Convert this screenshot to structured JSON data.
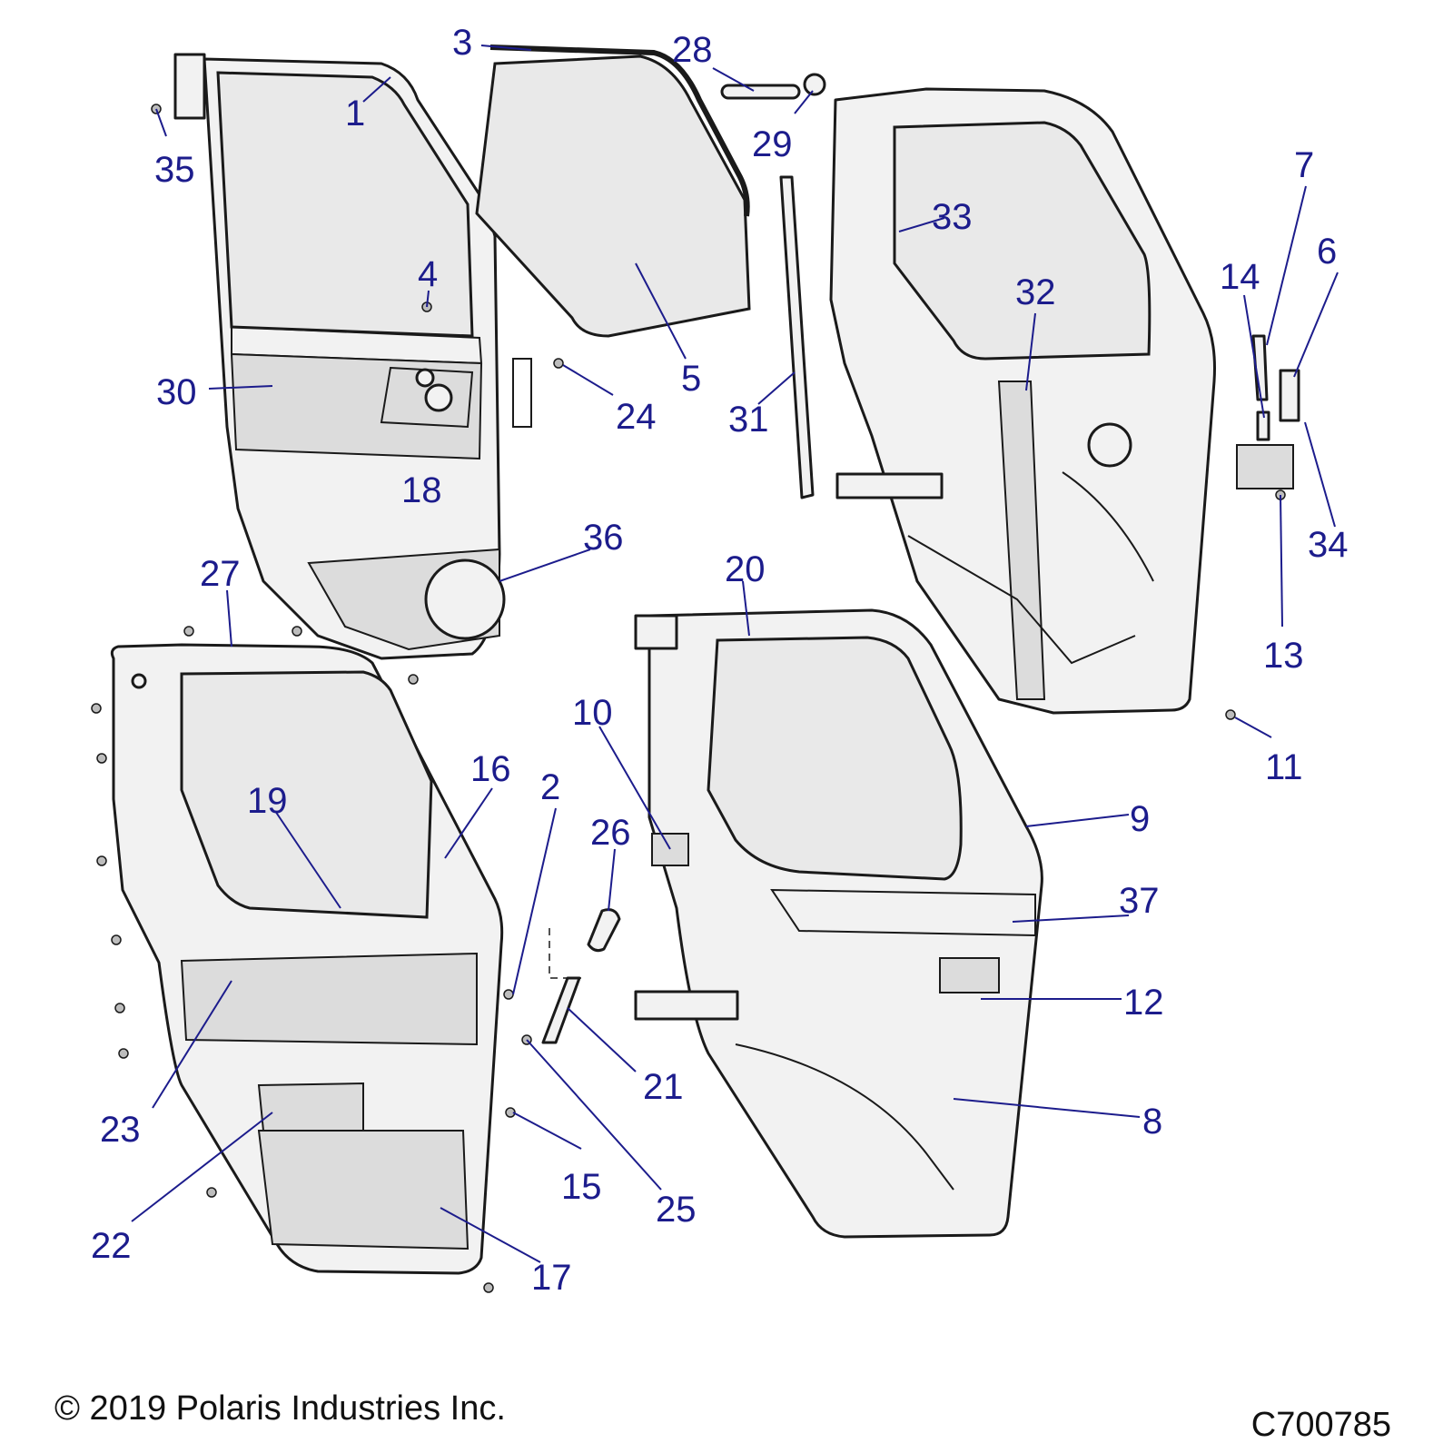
{
  "footer": {
    "copyright": "© 2019 Polaris Industries Inc.",
    "drawing_id": "C700785"
  },
  "callouts": {
    "c1": "1",
    "c2": "2",
    "c3": "3",
    "c4": "4",
    "c5": "5",
    "c6": "6",
    "c7": "7",
    "c8": "8",
    "c9": "9",
    "c10": "10",
    "c11": "11",
    "c12": "12",
    "c13": "13",
    "c14": "14",
    "c15": "15",
    "c16": "16",
    "c17": "17",
    "c18": "18",
    "c19": "19",
    "c20": "20",
    "c21": "21",
    "c22": "22",
    "c23": "23",
    "c24": "24",
    "c25": "25",
    "c26": "26",
    "c27": "27",
    "c28": "28",
    "c29": "29",
    "c30": "30",
    "c31": "31",
    "c32": "32",
    "c33": "33",
    "c34": "34",
    "c35": "35",
    "c36": "36",
    "c37": "37"
  },
  "colors": {
    "callout": "#1c1c8c",
    "line": "#1a1a1a",
    "fill": "#f2f2f2"
  }
}
